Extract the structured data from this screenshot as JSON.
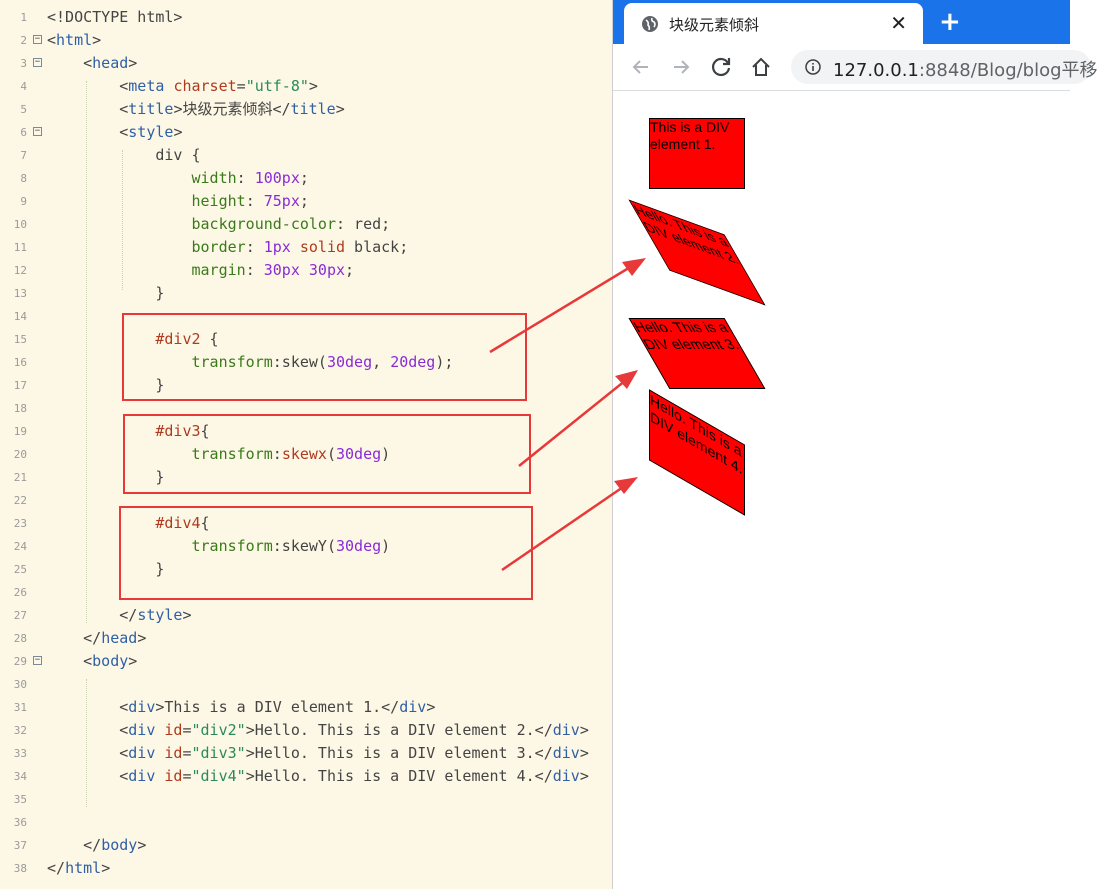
{
  "editor": {
    "lines": [
      {
        "n": "1",
        "fold": "",
        "tokens": [
          {
            "c": "c",
            "v": "<!DOCTYPE html>"
          }
        ]
      },
      {
        "n": "2",
        "fold": "⊟",
        "tokens": [
          {
            "c": "c",
            "v": "<"
          },
          {
            "c": "t",
            "v": "html"
          },
          {
            "c": "c",
            "v": ">"
          }
        ]
      },
      {
        "n": "3",
        "fold": "⊟",
        "tokens": [
          {
            "c": "c",
            "v": "    <"
          },
          {
            "c": "t",
            "v": "head"
          },
          {
            "c": "c",
            "v": ">"
          }
        ]
      },
      {
        "n": "4",
        "fold": "",
        "tokens": [
          {
            "c": "c",
            "v": "        <"
          },
          {
            "c": "t",
            "v": "meta"
          },
          {
            "c": "c",
            "v": " "
          },
          {
            "c": "a",
            "v": "charset"
          },
          {
            "c": "c",
            "v": "="
          },
          {
            "c": "s",
            "v": "\"utf-8\""
          },
          {
            "c": "c",
            "v": ">"
          }
        ]
      },
      {
        "n": "5",
        "fold": "",
        "tokens": [
          {
            "c": "c",
            "v": "        <"
          },
          {
            "c": "t",
            "v": "title"
          },
          {
            "c": "c",
            "v": ">块级元素倾斜</"
          },
          {
            "c": "t",
            "v": "title"
          },
          {
            "c": "c",
            "v": ">"
          }
        ]
      },
      {
        "n": "6",
        "fold": "⊟",
        "tokens": [
          {
            "c": "c",
            "v": "        <"
          },
          {
            "c": "t",
            "v": "style"
          },
          {
            "c": "c",
            "v": ">"
          }
        ]
      },
      {
        "n": "7",
        "fold": "",
        "tokens": [
          {
            "c": "c",
            "v": "            div {"
          }
        ]
      },
      {
        "n": "8",
        "fold": "",
        "tokens": [
          {
            "c": "c",
            "v": "                "
          },
          {
            "c": "p",
            "v": "width"
          },
          {
            "c": "c",
            "v": ": "
          },
          {
            "c": "n",
            "v": "100px"
          },
          {
            "c": "c",
            "v": ";"
          }
        ]
      },
      {
        "n": "9",
        "fold": "",
        "tokens": [
          {
            "c": "c",
            "v": "                "
          },
          {
            "c": "p",
            "v": "height"
          },
          {
            "c": "c",
            "v": ": "
          },
          {
            "c": "n",
            "v": "75px"
          },
          {
            "c": "c",
            "v": ";"
          }
        ]
      },
      {
        "n": "10",
        "fold": "",
        "tokens": [
          {
            "c": "c",
            "v": "                "
          },
          {
            "c": "p",
            "v": "background-color"
          },
          {
            "c": "c",
            "v": ": red;"
          }
        ]
      },
      {
        "n": "11",
        "fold": "",
        "tokens": [
          {
            "c": "c",
            "v": "                "
          },
          {
            "c": "p",
            "v": "border"
          },
          {
            "c": "c",
            "v": ": "
          },
          {
            "c": "n",
            "v": "1px"
          },
          {
            "c": "c",
            "v": " "
          },
          {
            "c": "k",
            "v": "solid"
          },
          {
            "c": "c",
            "v": " black;"
          }
        ]
      },
      {
        "n": "12",
        "fold": "",
        "tokens": [
          {
            "c": "c",
            "v": "                "
          },
          {
            "c": "p",
            "v": "margin"
          },
          {
            "c": "c",
            "v": ": "
          },
          {
            "c": "n",
            "v": "30px"
          },
          {
            "c": "c",
            "v": " "
          },
          {
            "c": "n",
            "v": "30px"
          },
          {
            "c": "c",
            "v": ";"
          }
        ]
      },
      {
        "n": "13",
        "fold": "",
        "tokens": [
          {
            "c": "c",
            "v": "            }"
          }
        ]
      },
      {
        "n": "14",
        "fold": "",
        "tokens": []
      },
      {
        "n": "15",
        "fold": "",
        "tokens": [
          {
            "c": "c",
            "v": "            "
          },
          {
            "c": "k",
            "v": "#div2"
          },
          {
            "c": "c",
            "v": " {"
          }
        ]
      },
      {
        "n": "16",
        "fold": "",
        "tokens": [
          {
            "c": "c",
            "v": "                "
          },
          {
            "c": "p",
            "v": "transform"
          },
          {
            "c": "c",
            "v": ":skew("
          },
          {
            "c": "n",
            "v": "30deg"
          },
          {
            "c": "c",
            "v": ", "
          },
          {
            "c": "n",
            "v": "20deg"
          },
          {
            "c": "c",
            "v": ");"
          }
        ]
      },
      {
        "n": "17",
        "fold": "",
        "tokens": [
          {
            "c": "c",
            "v": "            }"
          }
        ]
      },
      {
        "n": "18",
        "fold": "",
        "tokens": []
      },
      {
        "n": "19",
        "fold": "",
        "tokens": [
          {
            "c": "c",
            "v": "            "
          },
          {
            "c": "k",
            "v": "#div3"
          },
          {
            "c": "c",
            "v": "{"
          }
        ]
      },
      {
        "n": "20",
        "fold": "",
        "tokens": [
          {
            "c": "c",
            "v": "                "
          },
          {
            "c": "p",
            "v": "transform"
          },
          {
            "c": "c",
            "v": ":"
          },
          {
            "c": "k",
            "v": "skewx"
          },
          {
            "c": "c",
            "v": "("
          },
          {
            "c": "n",
            "v": "30deg"
          },
          {
            "c": "c",
            "v": ")"
          }
        ]
      },
      {
        "n": "21",
        "fold": "",
        "tokens": [
          {
            "c": "c",
            "v": "            }"
          }
        ]
      },
      {
        "n": "22",
        "fold": "",
        "tokens": []
      },
      {
        "n": "23",
        "fold": "",
        "tokens": [
          {
            "c": "c",
            "v": "            "
          },
          {
            "c": "k",
            "v": "#div4"
          },
          {
            "c": "c",
            "v": "{"
          }
        ]
      },
      {
        "n": "24",
        "fold": "",
        "tokens": [
          {
            "c": "c",
            "v": "                "
          },
          {
            "c": "p",
            "v": "transform"
          },
          {
            "c": "c",
            "v": ":skewY("
          },
          {
            "c": "n",
            "v": "30deg"
          },
          {
            "c": "c",
            "v": ")"
          }
        ]
      },
      {
        "n": "25",
        "fold": "",
        "tokens": [
          {
            "c": "c",
            "v": "            }"
          }
        ]
      },
      {
        "n": "26",
        "fold": "",
        "tokens": []
      },
      {
        "n": "27",
        "fold": "",
        "tokens": [
          {
            "c": "c",
            "v": "        </"
          },
          {
            "c": "t",
            "v": "style"
          },
          {
            "c": "c",
            "v": ">"
          }
        ]
      },
      {
        "n": "28",
        "fold": "",
        "tokens": [
          {
            "c": "c",
            "v": "    </"
          },
          {
            "c": "t",
            "v": "head"
          },
          {
            "c": "c",
            "v": ">"
          }
        ]
      },
      {
        "n": "29",
        "fold": "⊟",
        "tokens": [
          {
            "c": "c",
            "v": "    <"
          },
          {
            "c": "t",
            "v": "body"
          },
          {
            "c": "c",
            "v": ">"
          }
        ]
      },
      {
        "n": "30",
        "fold": "",
        "tokens": []
      },
      {
        "n": "31",
        "fold": "",
        "tokens": [
          {
            "c": "c",
            "v": "        <"
          },
          {
            "c": "t",
            "v": "div"
          },
          {
            "c": "c",
            "v": ">This is a DIV element 1.</"
          },
          {
            "c": "t",
            "v": "div"
          },
          {
            "c": "c",
            "v": ">"
          }
        ]
      },
      {
        "n": "32",
        "fold": "",
        "tokens": [
          {
            "c": "c",
            "v": "        <"
          },
          {
            "c": "t",
            "v": "div"
          },
          {
            "c": "c",
            "v": " "
          },
          {
            "c": "a",
            "v": "id"
          },
          {
            "c": "c",
            "v": "="
          },
          {
            "c": "s",
            "v": "\"div2\""
          },
          {
            "c": "c",
            "v": ">Hello. This is a DIV element 2.</"
          },
          {
            "c": "t",
            "v": "div"
          },
          {
            "c": "c",
            "v": ">"
          }
        ]
      },
      {
        "n": "33",
        "fold": "",
        "tokens": [
          {
            "c": "c",
            "v": "        <"
          },
          {
            "c": "t",
            "v": "div"
          },
          {
            "c": "c",
            "v": " "
          },
          {
            "c": "a",
            "v": "id"
          },
          {
            "c": "c",
            "v": "="
          },
          {
            "c": "s",
            "v": "\"div3\""
          },
          {
            "c": "c",
            "v": ">Hello. This is a DIV element 3.</"
          },
          {
            "c": "t",
            "v": "div"
          },
          {
            "c": "c",
            "v": ">"
          }
        ]
      },
      {
        "n": "34",
        "fold": "",
        "tokens": [
          {
            "c": "c",
            "v": "        <"
          },
          {
            "c": "t",
            "v": "div"
          },
          {
            "c": "c",
            "v": " "
          },
          {
            "c": "a",
            "v": "id"
          },
          {
            "c": "c",
            "v": "="
          },
          {
            "c": "s",
            "v": "\"div4\""
          },
          {
            "c": "c",
            "v": ">Hello. This is a DIV element 4.</"
          },
          {
            "c": "t",
            "v": "div"
          },
          {
            "c": "c",
            "v": ">"
          }
        ]
      },
      {
        "n": "35",
        "fold": "",
        "tokens": []
      },
      {
        "n": "36",
        "fold": "",
        "tokens": []
      },
      {
        "n": "37",
        "fold": "",
        "tokens": [
          {
            "c": "c",
            "v": "    </"
          },
          {
            "c": "t",
            "v": "body"
          },
          {
            "c": "c",
            "v": ">"
          }
        ]
      },
      {
        "n": "38",
        "fold": "",
        "tokens": [
          {
            "c": "c",
            "v": "</"
          },
          {
            "c": "t",
            "v": "html"
          },
          {
            "c": "c",
            "v": ">"
          }
        ]
      }
    ]
  },
  "browser": {
    "tab_title": "块级元素倾斜",
    "tab_close": "✕",
    "new_tab": "+",
    "url_host": "127.0.0.1",
    "url_rest": ":8848/Blog/blog平移",
    "icons": {
      "globe": "globe-icon",
      "back": "back-arrow-icon",
      "forward": "forward-arrow-icon",
      "reload": "reload-icon",
      "home": "home-icon",
      "info": "info-icon"
    },
    "accent": "#1a73e8"
  },
  "demos": [
    {
      "text": "This is a DIV element 1."
    },
    {
      "text": "Hello. This is a DIV element 2."
    },
    {
      "text": "Hello. This is a DIV element 3."
    },
    {
      "text": "Hello. This is a DIV element 4."
    }
  ],
  "annotation_color": "#e8393a"
}
